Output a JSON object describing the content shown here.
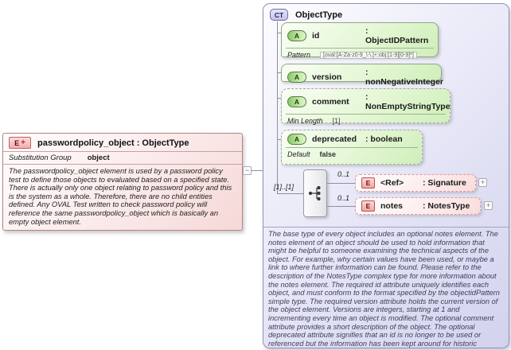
{
  "element_box": {
    "icon_label": "E",
    "icon_plus": "+",
    "title": "passwordpolicy_object : ObjectType",
    "substitution_group_label": "Substitution Group",
    "substitution_group_value": "object",
    "description": "The passwordpolicy_object element is used by a password policy test to define those objects to evaluated based on a specified state. There is actually only one object relating to password policy and this is the system as a whole. Therefore, there are no child entities defined. Any OVAL Test written to check password policy will reference the same passwordpolicy_object which is basically an empty object element."
  },
  "connector": {
    "collapse_symbol": "−"
  },
  "complex_type": {
    "icon_label": "CT",
    "title": "ObjectType",
    "attributes": [
      {
        "icon": "A",
        "name": "id",
        "type": ": ObjectIDPattern",
        "facet_label": "Pattern",
        "facet_value": "[oval:[A-Za-z0-9_\\-\\.]+:obj:[1-9][0-9]*]"
      },
      {
        "icon": "A",
        "name": "version",
        "type": ": nonNegativeInteger"
      },
      {
        "icon": "A",
        "name": "comment",
        "type": ": NonEmptyStringType",
        "facet_label": "Min Length",
        "facet_value": "[1]"
      },
      {
        "icon": "A",
        "name": "deprecated",
        "type": ": boolean",
        "facet_label": "Default",
        "facet_value": "false"
      }
    ],
    "content_model": {
      "cardinality_label": "[1]..[1]",
      "children": [
        {
          "cardinality": "0..1",
          "icon": "E",
          "name": "<Ref>",
          "type": ": Signature",
          "expand_symbol": "+"
        },
        {
          "cardinality": "0..1",
          "icon": "E",
          "name": "notes",
          "type": ": NotesType",
          "expand_symbol": "+"
        }
      ]
    },
    "annotation": "The base type of every object includes an optional notes element. The notes element of an object should be used to hold information that might be helpful to someone examining the technical aspects of the object. For example, why certain values have been used, or maybe a link to where further information can be found. Please refer to the description of the NotesType complex type for more information about the notes element. The required id attribute uniquely identifies each object, and must conform to the format specified by the objectidPattern simple type. The required version attribute holds the current version of the object element. Versions are integers, starting at 1 and incrementing every time an object is modified. The optional comment attribute provides a short description of the object. The optional deprecated attribute signifies that an id is no longer to be used or referenced but the information has been kept around for historic purposes."
  },
  "colors": {
    "container_border": "#9191bb",
    "attribute_fill": "#dff3cf",
    "element_fill": "#fbe3e3",
    "connector": "#90909c"
  }
}
